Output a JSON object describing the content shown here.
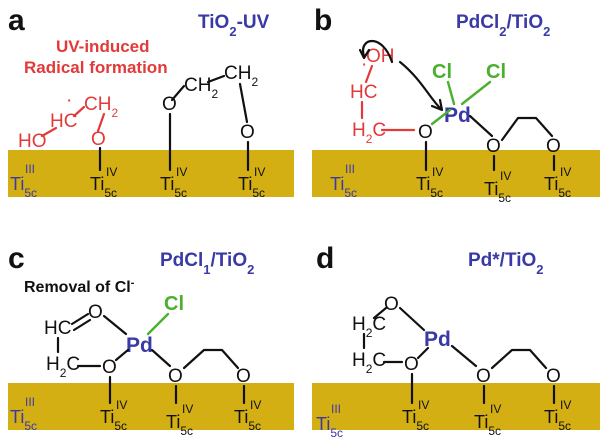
{
  "panels": {
    "a": {
      "letter": "a",
      "title_main": "TiO",
      "title_sub": "2",
      "title_tail": "-UV",
      "annot_line1": "UV-induced",
      "annot_line2": "Radical formation"
    },
    "b": {
      "letter": "b",
      "title_pre": "PdCl",
      "title_sub1": "2",
      "title_mid": "/TiO",
      "title_sub2": "2"
    },
    "c": {
      "letter": "c",
      "title_pre": "PdCl",
      "title_sub1": "1",
      "title_mid": "/TiO",
      "title_sub2": "2",
      "annot_main": "Removal of Cl",
      "annot_sup": "-"
    },
    "d": {
      "letter": "d",
      "title_main": "Pd*/TiO",
      "title_sub": "2"
    }
  },
  "atoms": {
    "O": "O",
    "H": "H",
    "C": "C",
    "Cl": "Cl",
    "Pd": "Pd",
    "HC": "HC",
    "H2C_pre": "H",
    "H2C_sub": "2",
    "H2C_post": "C",
    "CH2_pre": "CH",
    "CH2_sub": "2",
    "HO": "HO",
    "OH": "OH",
    "radical": "·"
  },
  "surface": {
    "ti_main": "Ti",
    "ti_sub": "5c",
    "ti4": "IV",
    "ti3": "III"
  },
  "colors": {
    "slab": "#d4af14",
    "title": "#3a3aa6",
    "radical": "#e23a3a",
    "chlorine": "#4caf2f",
    "palladium": "#3a3aa6",
    "bond": "#111111"
  }
}
